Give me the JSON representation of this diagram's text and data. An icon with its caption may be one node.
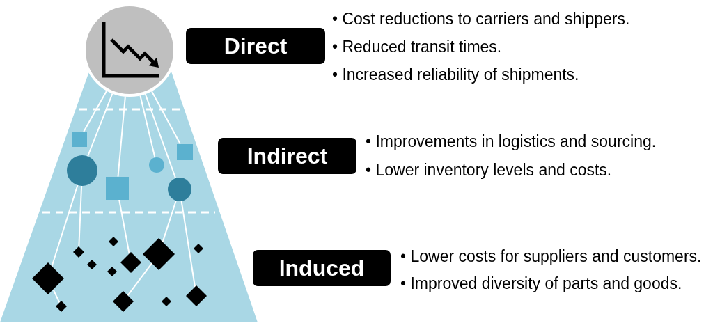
{
  "diagram": {
    "nodes": [
      {
        "text": [],
        "shape": "circle"
      },
      {
        "text": [],
        "shape": "square"
      },
      {
        "text": [],
        "shape": "square"
      },
      {
        "text": [],
        "shape": "circle"
      },
      {
        "text": [],
        "shape": "circle"
      },
      {
        "text": [],
        "shape": "square"
      },
      {
        "text": [],
        "shape": "circle"
      },
      {
        "text": [],
        "shape": "diamond"
      },
      {
        "text": [],
        "shape": "diamond"
      },
      {
        "text": [],
        "shape": "diamond"
      },
      {
        "text": [],
        "shape": "diamond"
      },
      {
        "text": [],
        "shape": "diamond"
      },
      {
        "text": [],
        "shape": "diamond"
      },
      {
        "text": [],
        "shape": "diamond"
      },
      {
        "text": [],
        "shape": "diamond"
      },
      {
        "text": [],
        "shape": "diamond"
      },
      {
        "text": [],
        "shape": "diamond"
      },
      {
        "text": [],
        "shape": "diamond"
      },
      {
        "text": [],
        "shape": "diamond"
      },
      {
        "text": [
          "Direct"
        ],
        "beside": [
          "• Cost reductions to carriers and shippers.",
          "• Reduced transit times.",
          "• Increased reliability of shipments."
        ]
      },
      {
        "text": [
          "Indirect"
        ],
        "beside": [
          "• Improvements in logistics and sourcing.",
          "• Lower inventory levels and costs."
        ]
      },
      {
        "text": [
          "Induced"
        ],
        "beside": [
          "• Lower costs for suppliers and customers.",
          "• Improved diversity of parts and goods."
        ]
      }
    ],
    "edges": [
      {
        "from": 0,
        "to": 1,
        "arrow": "none"
      },
      {
        "from": 0,
        "to": 4,
        "arrow": "none"
      },
      {
        "from": 0,
        "to": 5,
        "arrow": "none"
      },
      {
        "from": 0,
        "to": 3,
        "arrow": "none"
      },
      {
        "from": 0,
        "to": 6,
        "arrow": "none"
      },
      {
        "from": 0,
        "to": 2,
        "arrow": "none"
      },
      {
        "from": 4,
        "to": 14,
        "arrow": "none"
      },
      {
        "from": 4,
        "to": 9,
        "arrow": "none"
      },
      {
        "from": 14,
        "to": 18,
        "arrow": "none"
      },
      {
        "from": 5,
        "to": 11,
        "arrow": "none"
      },
      {
        "from": 6,
        "to": 10,
        "arrow": "none"
      },
      {
        "from": 6,
        "to": 15,
        "arrow": "none"
      },
      {
        "from": 10,
        "to": 16,
        "arrow": "none"
      }
    ]
  }
}
